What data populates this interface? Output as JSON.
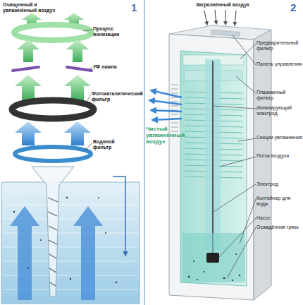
{
  "diagram": {
    "labels": [
      "Очищенный и увлажнённый воздух",
      "1",
      "Процесс ионизации",
      "УФ лампа",
      "Фотокаталитический фильтр",
      "Водяной фильтр",
      "2",
      "Загрязнённый воздух",
      "Предварительный фильтр",
      "Панель управления",
      "Плазменный фильтр",
      "Ионизирующий электрод",
      "Чистый увлажнённый воздух",
      "Секции увлажнения",
      "Поток воздуха",
      "Электрод",
      "Контейнер для воды",
      "Насос",
      "Осаждённая грязь"
    ]
  }
}
